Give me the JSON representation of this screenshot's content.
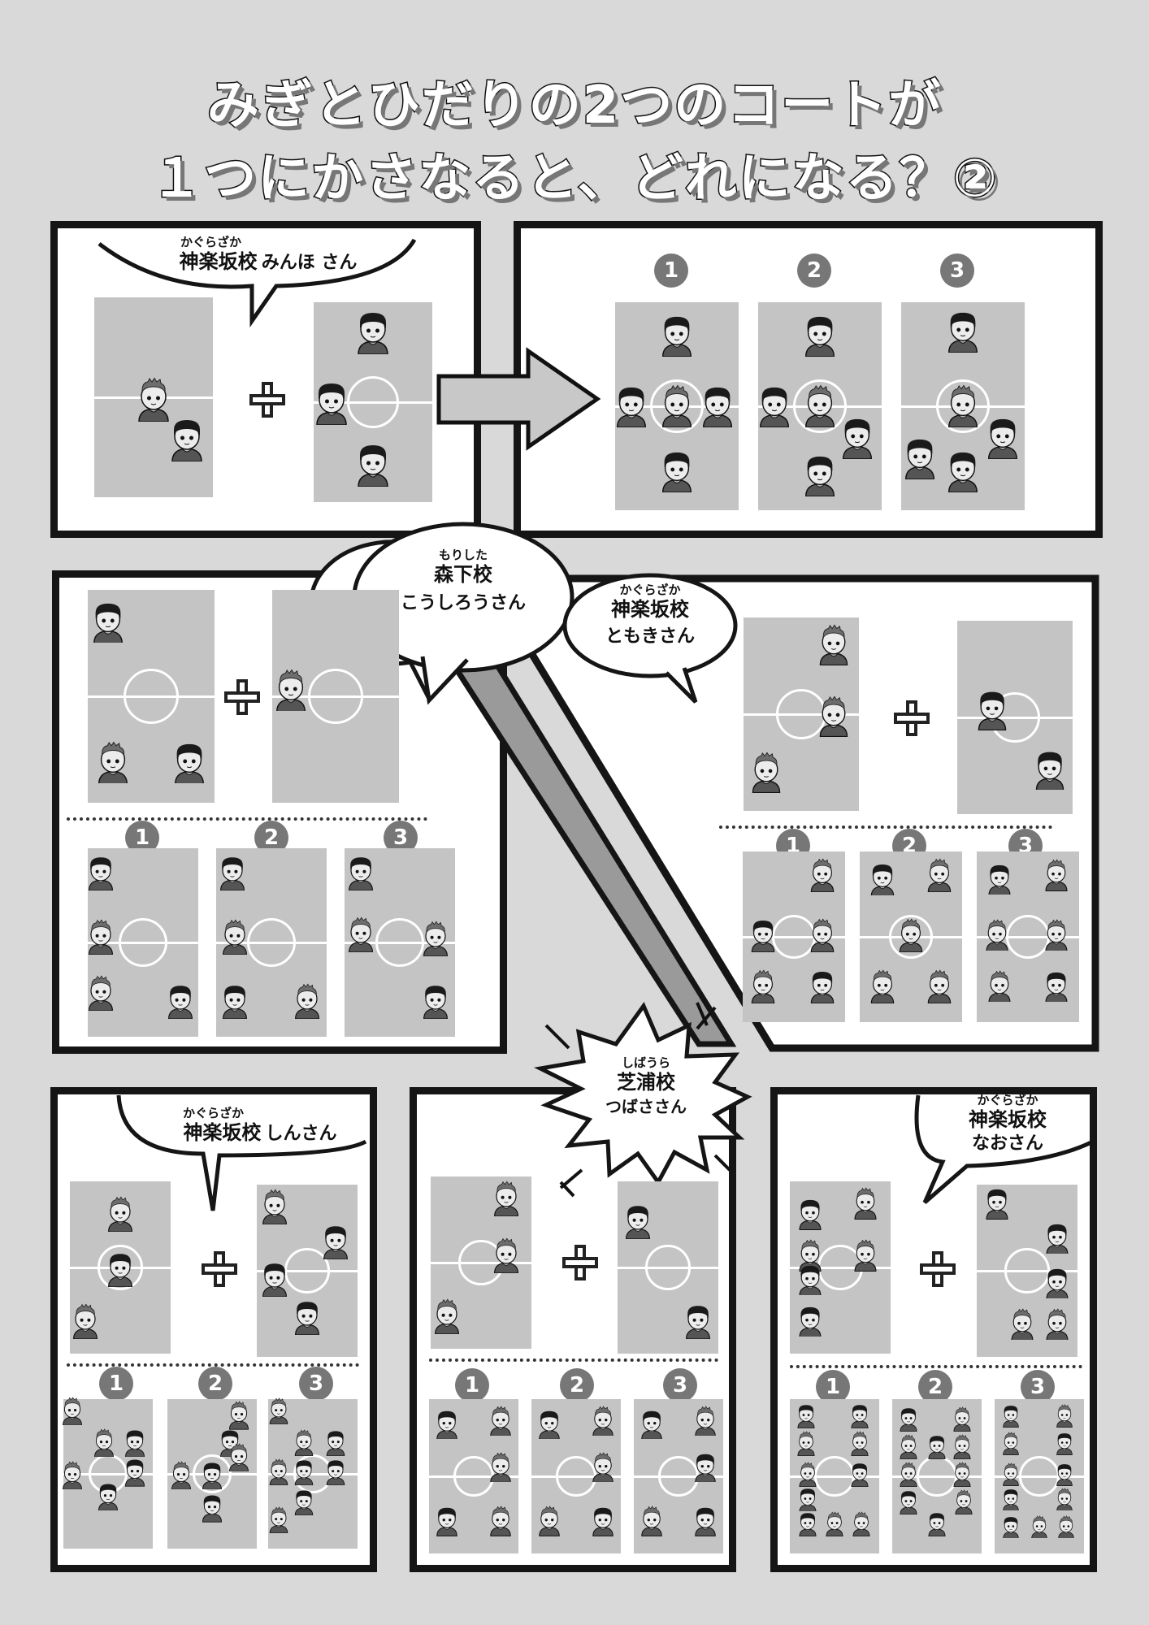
{
  "title_line1": "みぎとひだりの2つのコートが",
  "title_line2": "１つにかさなると、どれになる？②",
  "labels": {
    "opt1": "1",
    "opt2": "2",
    "opt3": "3"
  },
  "bubbles": [
    {
      "ruby": "かぐらざか",
      "school": "神楽坂校",
      "name": "みんほ さん"
    },
    {
      "ruby": "もりした",
      "school": "森下校",
      "name": "こうしろうさん"
    },
    {
      "ruby": "かぐらざか",
      "school": "神楽坂校",
      "name": "ともきさん"
    },
    {
      "ruby": "かぐらざか",
      "school": "神楽坂校",
      "name": "しんさん"
    },
    {
      "ruby": "しばうら",
      "school": "芝浦校",
      "name": "つばささん"
    },
    {
      "ruby": "かぐらざか",
      "school": "神楽坂校",
      "name": "なおさん"
    }
  ],
  "colors": {
    "background": "#d9d9d9",
    "court": "#c4c4c4",
    "border": "#151515",
    "badge": "#777777"
  },
  "icons": [
    "plus-icon",
    "arrow-right-icon",
    "child-icon"
  ]
}
